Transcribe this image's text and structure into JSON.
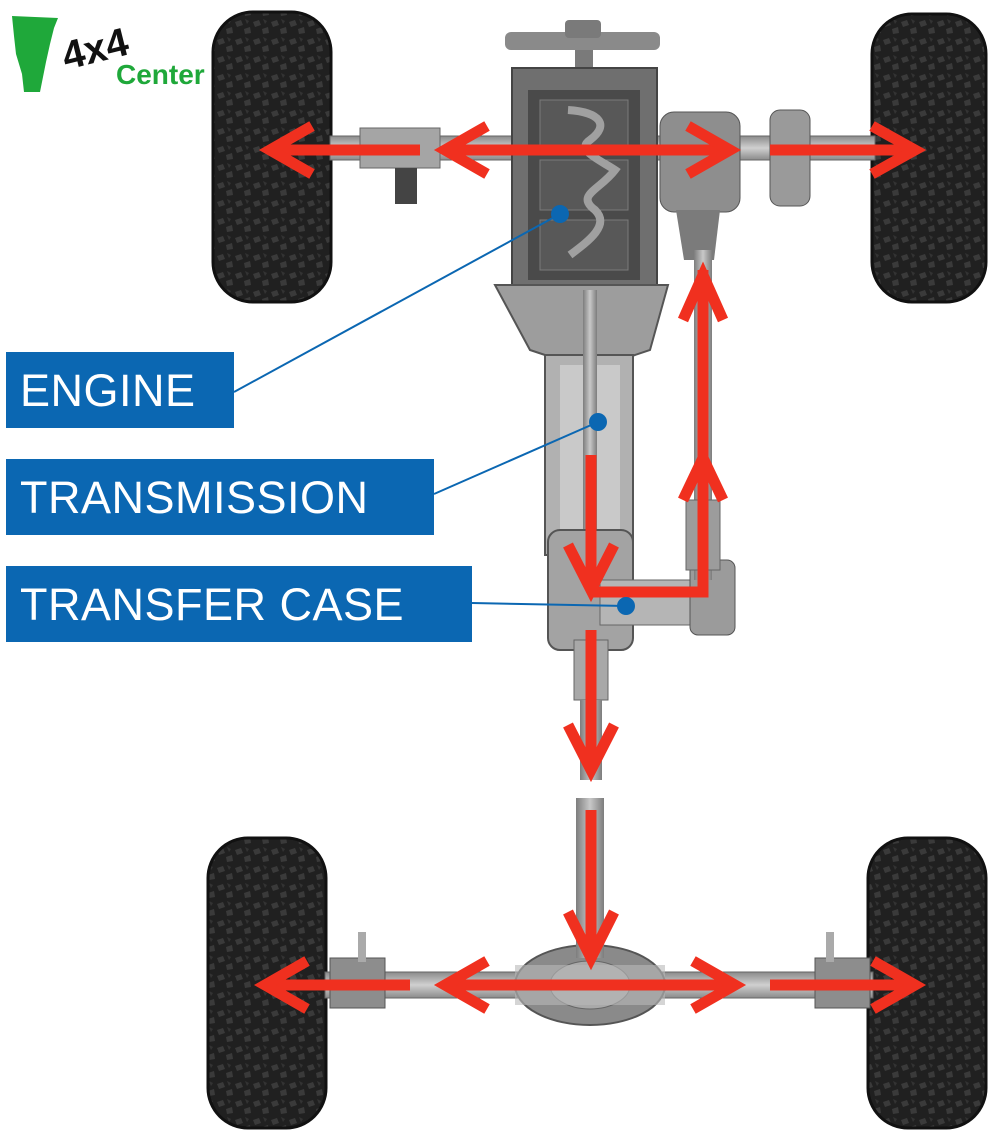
{
  "logo": {
    "text_4x4": "4x4",
    "text_center": "Center",
    "green": "#1fa83a",
    "dark": "#111111"
  },
  "labels": {
    "engine": "ENGINE",
    "transmission": "TRANSMISSION",
    "transfer_case": "TRANSFER CASE"
  },
  "colors": {
    "label_bg": "#0b67b2",
    "arrow": "#f0301f",
    "leader_line": "#0b67b2",
    "chassis": "#9a9a9a",
    "tire": "#1d1d1d"
  }
}
